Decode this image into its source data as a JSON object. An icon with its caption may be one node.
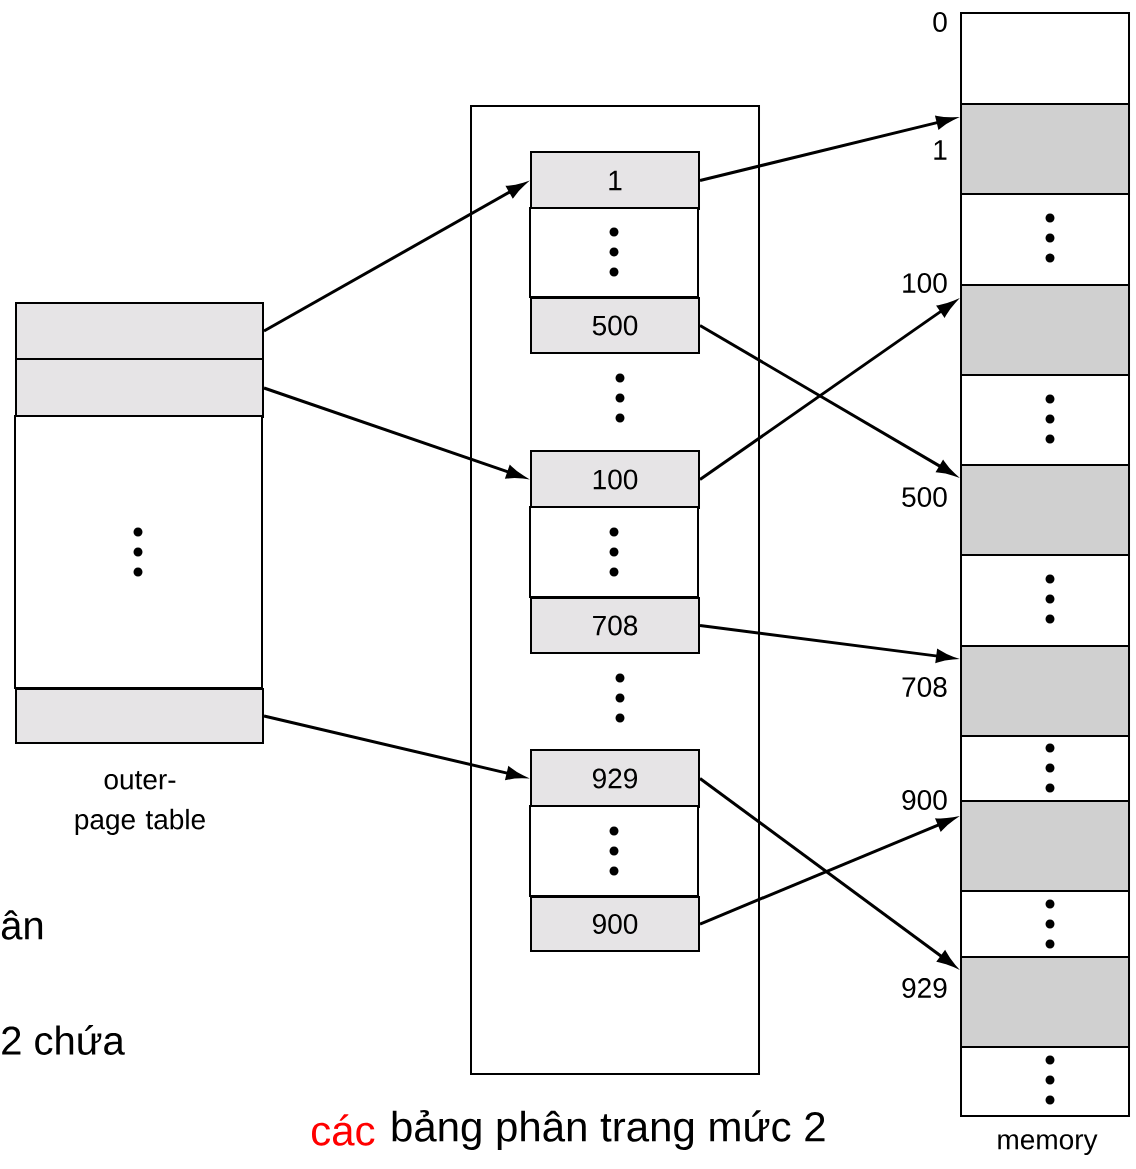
{
  "diagram": {
    "nodes": [
      {
        "text": [],
        "shape": "box"
      },
      {
        "text": [],
        "shape": "box"
      },
      {
        "text": [],
        "shape": "box"
      },
      {
        "text": [],
        "shape": "box"
      },
      {
        "text": [
          "1"
        ],
        "in": 3
      },
      {
        "text": [
          "500"
        ],
        "in": 3
      },
      {
        "text": [
          "100"
        ],
        "in": 3
      },
      {
        "text": [
          "708"
        ],
        "in": 3
      },
      {
        "text": [
          "929"
        ],
        "in": 3
      },
      {
        "text": [
          "900"
        ],
        "in": 3
      },
      {
        "text": [],
        "shape": "box",
        "beside": [
          "memory"
        ]
      },
      {
        "text": [],
        "shape": "box",
        "in": 10
      },
      {
        "text": [],
        "shape": "box",
        "in": 10
      },
      {
        "text": [],
        "shape": "box",
        "in": 10
      },
      {
        "text": [],
        "shape": "box",
        "in": 10
      },
      {
        "text": [],
        "shape": "box",
        "in": 10
      },
      {
        "text": [],
        "shape": "box",
        "in": 10
      }
    ],
    "edges": [
      {
        "from": 0,
        "to": 4,
        "arrow": "to"
      },
      {
        "from": 1,
        "to": 6,
        "arrow": "to"
      },
      {
        "from": 2,
        "to": 8,
        "arrow": "to"
      },
      {
        "from": 4,
        "to": 11,
        "arrow": "to"
      },
      {
        "from": 5,
        "to": 13,
        "arrow": "to"
      },
      {
        "from": 6,
        "to": 12,
        "arrow": "to"
      },
      {
        "from": 7,
        "to": 14,
        "arrow": "to"
      },
      {
        "from": 9,
        "to": 15,
        "arrow": "to"
      },
      {
        "from": 8,
        "to": 16,
        "arrow": "to"
      }
    ],
    "labels": [
      "0",
      "1",
      "100",
      "500",
      "708",
      "outer-page table",
      "900",
      "929",
      "ân",
      "2 chứa",
      "các",
      "bảng phân trang mức 2"
    ]
  }
}
